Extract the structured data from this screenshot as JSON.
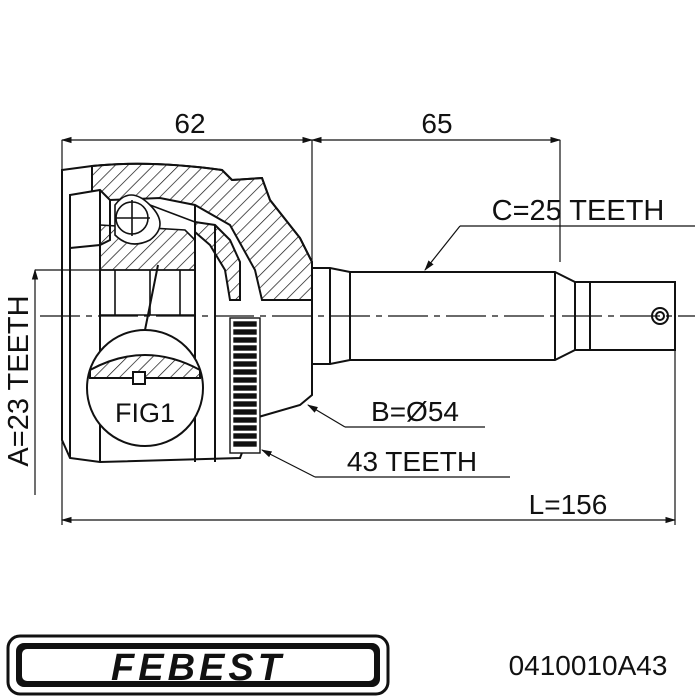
{
  "drawing": {
    "dim_housing": "62",
    "dim_shaft": "65",
    "spline_shaft": "C=25 TEETH",
    "spline_inner": "A=23 TEETH",
    "fig_label": "FIG1",
    "seat_diameter": "B=Ø54",
    "abs_ring": "43 TEETH",
    "overall_length": "L=156"
  },
  "footer": {
    "brand": "FEBEST",
    "part_number": "0410010A43"
  },
  "colors": {
    "ink": "#111111",
    "background": "#ffffff"
  }
}
